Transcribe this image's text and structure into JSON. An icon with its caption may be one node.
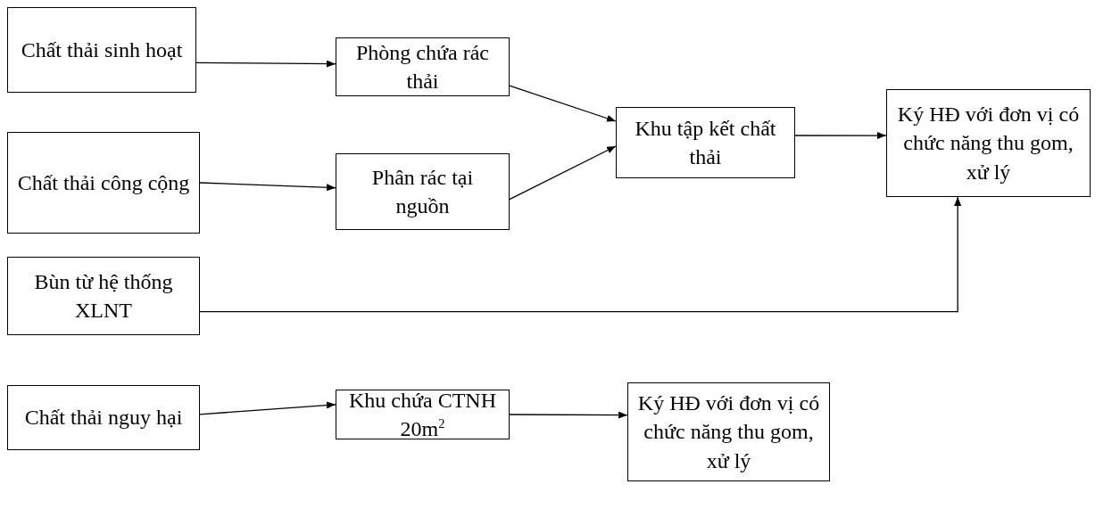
{
  "diagram": {
    "nodes": [
      {
        "text": [
          "Chất thải sinh hoạt"
        ]
      },
      {
        "text": [
          "Phòng chứa rác thải"
        ]
      },
      {
        "text": [
          "Chất thải công cộng"
        ]
      },
      {
        "text": [
          "Phân rác tại nguồn"
        ]
      },
      {
        "text": [
          "Khu tập kết chất thải"
        ]
      },
      {
        "text": [
          "Ký HĐ với đơn vị có chức năng thu gom, xử lý"
        ]
      },
      {
        "text": [
          "Bùn từ hệ thống XLNT"
        ]
      },
      {
        "text": [
          "Chất thải nguy hại"
        ]
      },
      {
        "text": [
          "Khu chứa CTNH 20m$^{2}$"
        ]
      },
      {
        "text": [
          "Ký HĐ với đơn vị có chức năng thu gom, xử lý"
        ]
      }
    ],
    "edges": [
      {
        "from": 0,
        "to": 1,
        "arrow": "to"
      },
      {
        "from": 1,
        "to": 4,
        "arrow": "to"
      },
      {
        "from": 2,
        "to": 3,
        "arrow": "to"
      },
      {
        "from": 3,
        "to": 4,
        "arrow": "to"
      },
      {
        "from": 4,
        "to": 5,
        "arrow": "to"
      },
      {
        "from": 6,
        "to": 5,
        "arrow": "to"
      },
      {
        "from": 7,
        "to": 8,
        "arrow": "to"
      },
      {
        "from": 8,
        "to": 9,
        "arrow": "to"
      }
    ]
  }
}
